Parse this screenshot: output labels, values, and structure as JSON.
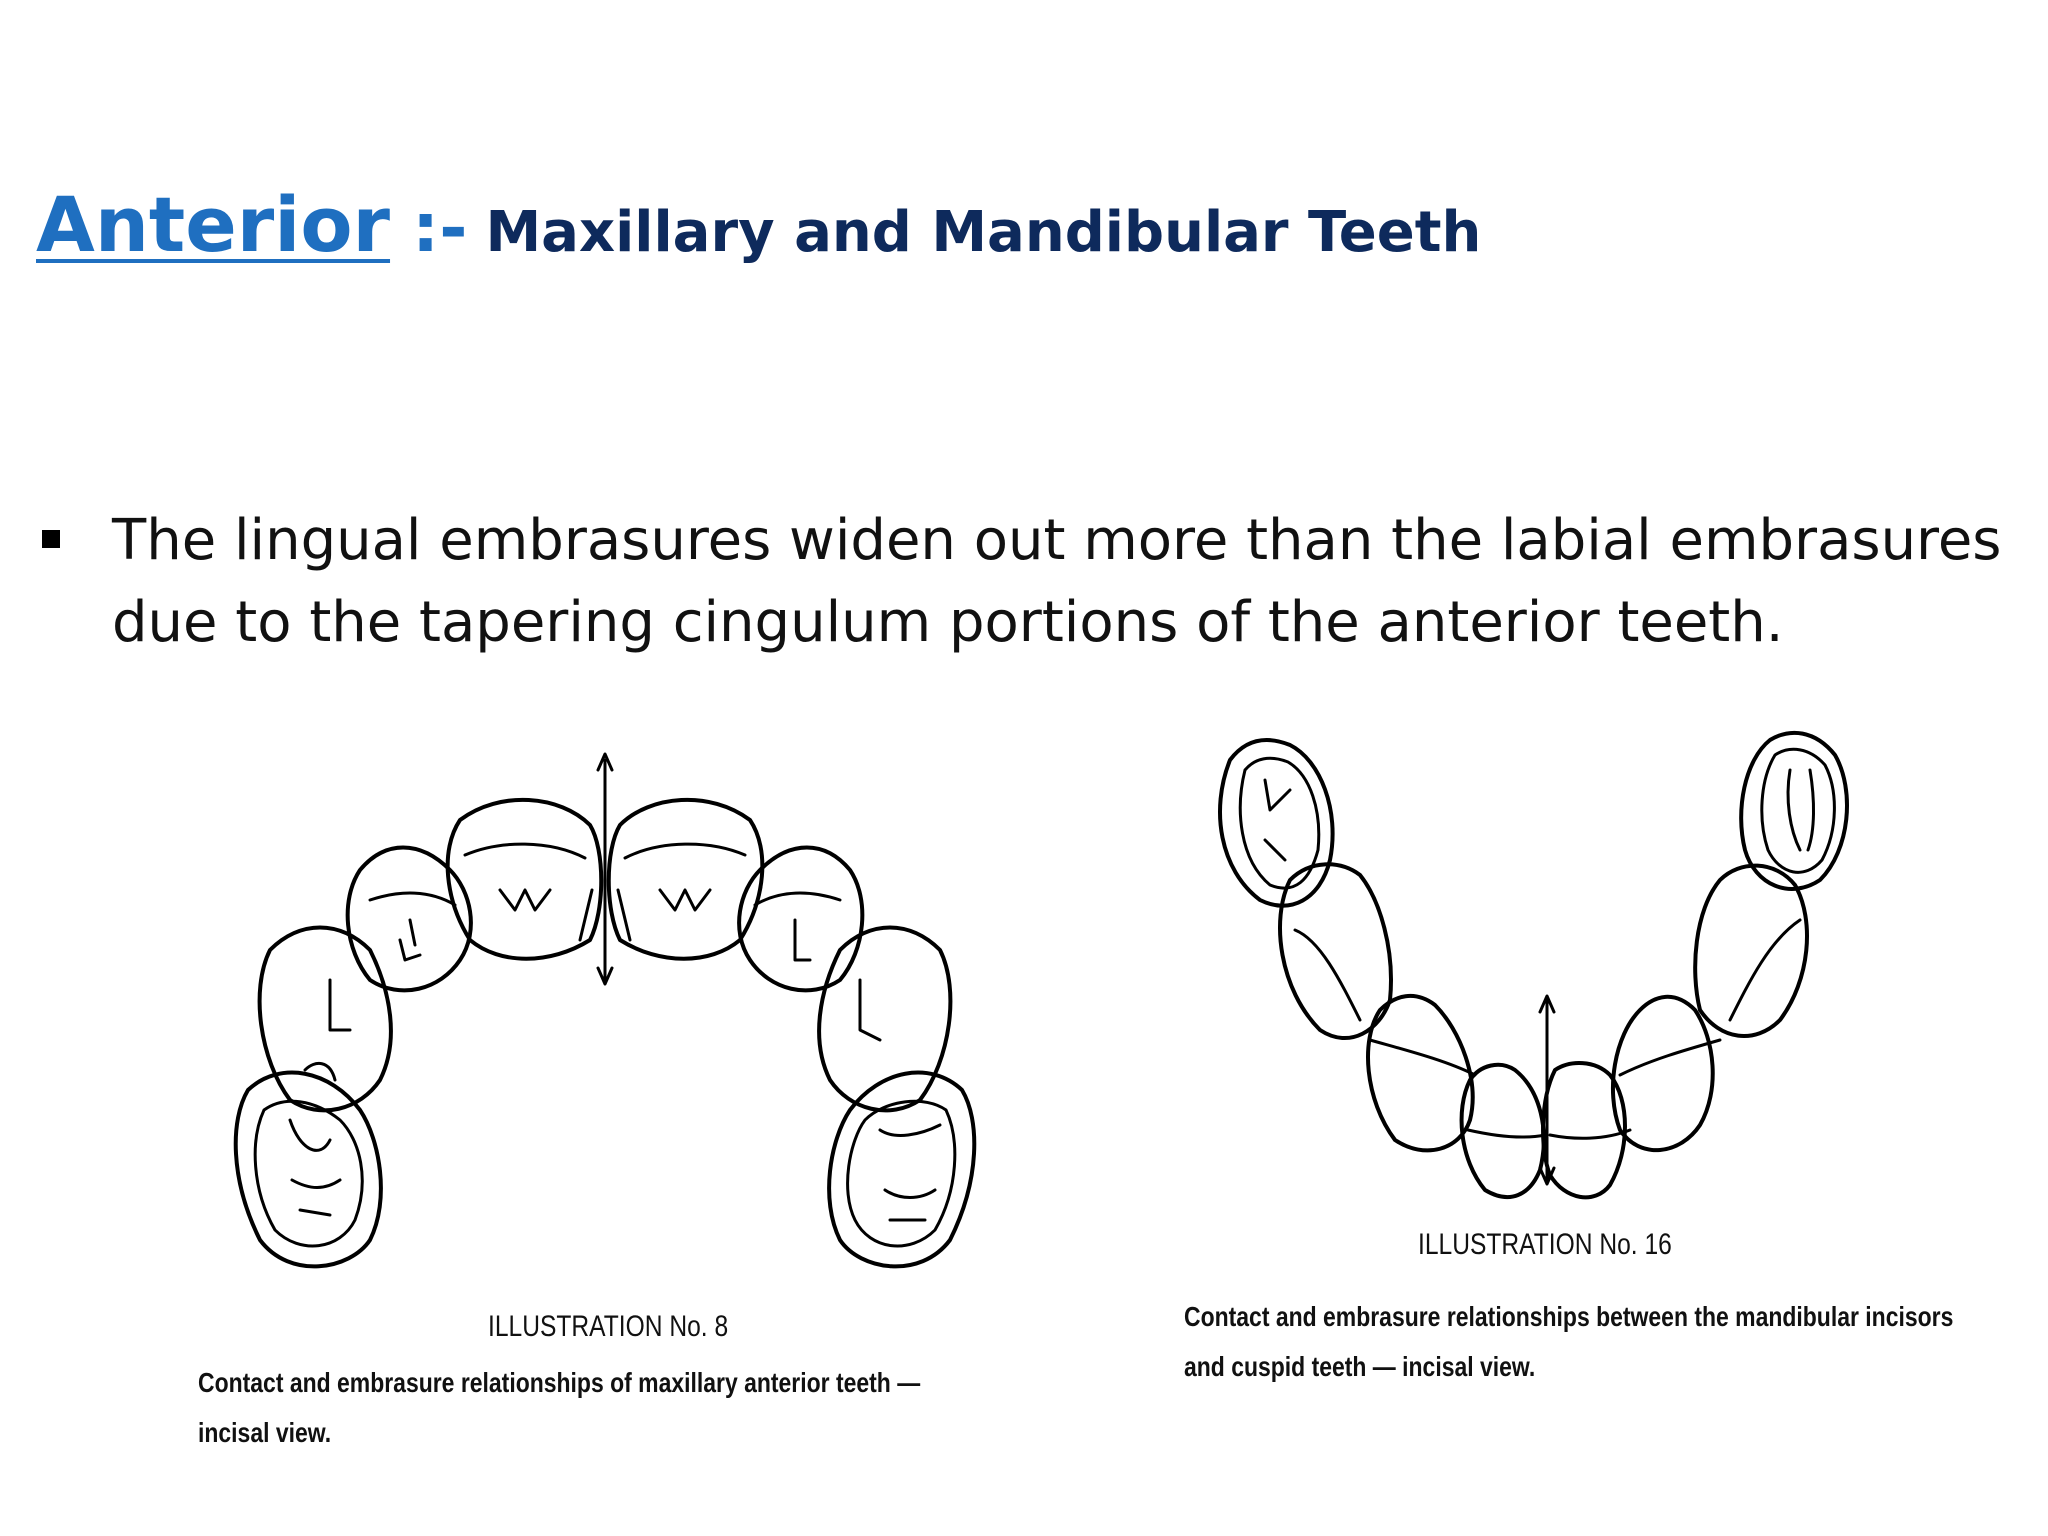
{
  "title": {
    "main": "Anterior",
    "separator": ":-",
    "subtitle": "Maxillary and Mandibular Teeth"
  },
  "bullets": [
    {
      "line1": "The lingual embrasures widen out more than the labial embrasures",
      "line2": "due to the tapering cingulum portions of the anterior teeth."
    }
  ],
  "figures": {
    "left": {
      "label": "ILLUSTRATION No. 8",
      "caption_line1": "Contact and embrasure relationships of maxillary anterior teeth —",
      "caption_line2": "incisal view."
    },
    "right": {
      "label": "ILLUSTRATION No. 16",
      "caption_line1": "Contact and embrasure relationships between the mandibular incisors",
      "caption_line2": "and cuspid teeth — incisal view."
    }
  }
}
